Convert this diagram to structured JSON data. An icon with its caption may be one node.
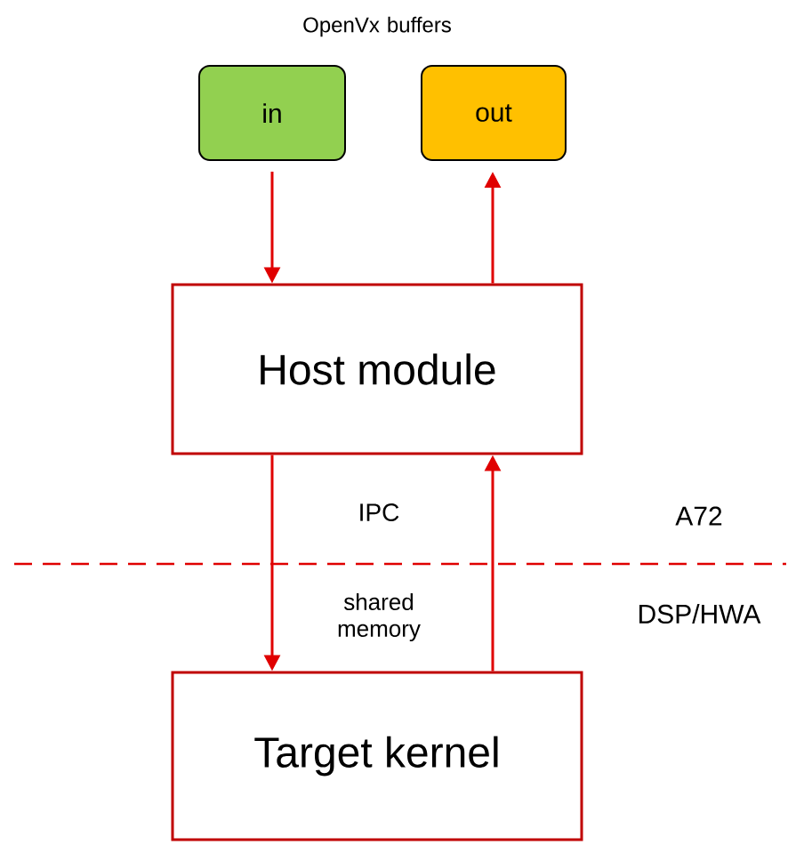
{
  "diagram": {
    "nodes": [
      {
        "text": [
          "in"
        ]
      },
      {
        "text": [
          "out"
        ]
      },
      {
        "text": [
          "Host module"
        ]
      },
      {
        "text": [
          "Target kernel"
        ]
      }
    ],
    "edges": [
      {
        "from": 0,
        "to": 2,
        "arrow": "to"
      },
      {
        "from": 2,
        "to": 1,
        "arrow": "to"
      },
      {
        "from": 2,
        "to": 3,
        "arrow": "to"
      },
      {
        "from": 3,
        "to": 2,
        "arrow": "to"
      }
    ],
    "labels": [
      "OpenVx buffers",
      "IPC",
      "A72",
      "shared memory",
      "DSP/HWA"
    ]
  }
}
